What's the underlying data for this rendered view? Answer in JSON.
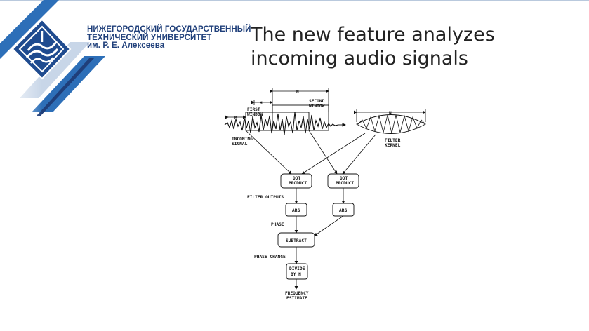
{
  "header": {
    "university_lines": [
      "НИЖЕГОРОДСКИЙ ГОСУДАРСТВЕННЫЙ",
      "ТЕХНИЧЕСКИЙ УНИВЕРСИТЕТ",
      "им. Р. Е. Алексеева"
    ]
  },
  "slide": {
    "title_lines": [
      "The new feature analyzes",
      "incoming audio signals"
    ]
  },
  "diagram": {
    "n_top": "N",
    "m_label": "M",
    "h_label": "H",
    "first_window": [
      "FIRST",
      "WINDOW"
    ],
    "second_window": [
      "SECOND",
      "WINDOW"
    ],
    "incoming_signal": [
      "INCOMING",
      "SIGNAL"
    ],
    "n_kernel": "N",
    "filter_kernel": [
      "FILTER",
      "KERNEL"
    ],
    "dot_product_left": [
      "DOT",
      "PRODUCT"
    ],
    "dot_product_right": [
      "DOT",
      "PRODUCT"
    ],
    "filter_outputs": "FILTER OUTPUTS",
    "arg_left": "ARG",
    "arg_right": "ARG",
    "phase": "PHASE",
    "subtract": "SUBTRACT",
    "phase_change": "PHASE CHANGE",
    "divide": [
      "DIVIDE",
      "BY H"
    ],
    "frequency_estimate": [
      "FREQUENCY",
      "ESTIMATE"
    ]
  },
  "colors": {
    "brand_blue": "#1f3f7a",
    "accent_blue": "#2d6fb8"
  }
}
